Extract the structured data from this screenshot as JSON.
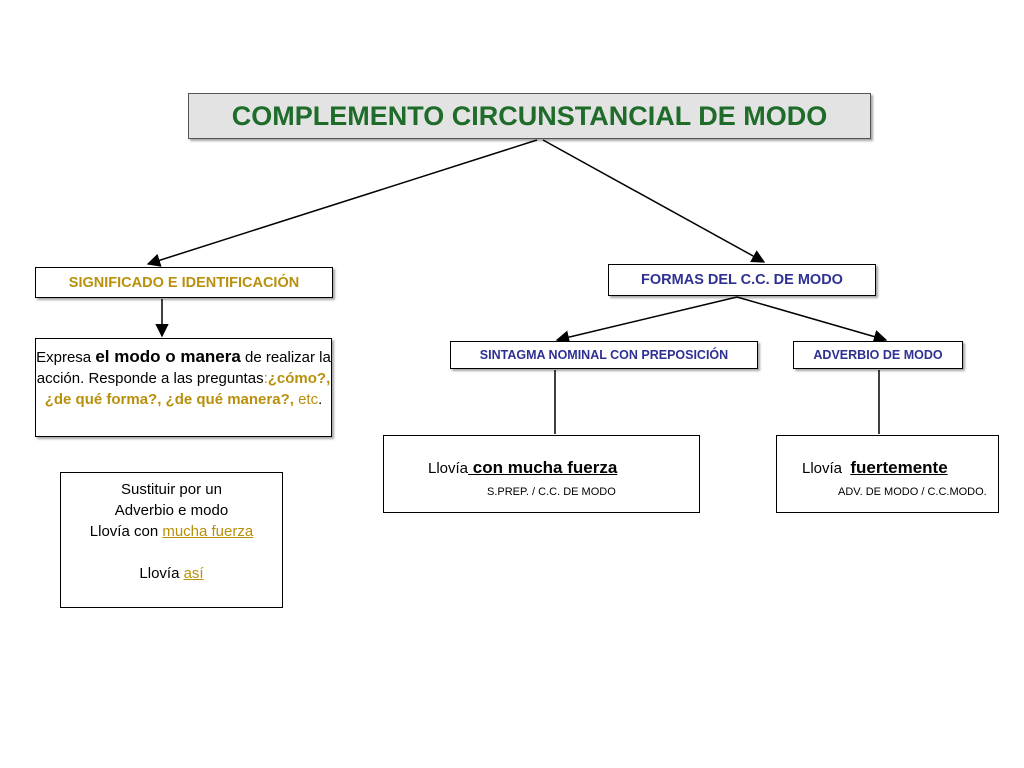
{
  "title": "COMPLEMENTO CIRCUNSTANCIAL DE MODO",
  "significado": {
    "header": "SIGNIFICADO E IDENTIFICACIÓN",
    "expresa_pre": "Expresa ",
    "expresa_bold": "el modo o manera",
    "expresa_mid": " de realizar la acción. Responde a las preguntas",
    "expresa_colon": ":",
    "expresa_questions": "¿cómo?, ¿de qué forma?, ¿de qué manera?,",
    "expresa_space": " ",
    "expresa_etc": "etc",
    "expresa_end": "."
  },
  "sustituir": {
    "line1": "Sustituir por un",
    "line2": "Adverbio e modo",
    "ex1_pre": "Llovía con ",
    "ex1_u": "mucha fuerza",
    "ex2_pre": "Llovía ",
    "ex2_u": "así"
  },
  "formas": {
    "header": "FORMAS DEL C.C. DE MODO",
    "snp": {
      "header": "SINTAGMA NOMINAL CON PREPOSICIÓN",
      "example_pre": "Llovía",
      "example_kw": " con mucha fuerza",
      "label": "S.PREP. / C.C. DE MODO"
    },
    "adv": {
      "header": "ADVERBIO DE MODO",
      "example_pre": "Llovía  ",
      "example_kw": "fuertemente",
      "label": "ADV. DE MODO / C.C.MODO."
    }
  },
  "colors": {
    "title": "#1e6b2a",
    "gold": "#b8900c",
    "navy": "#2e3192"
  }
}
